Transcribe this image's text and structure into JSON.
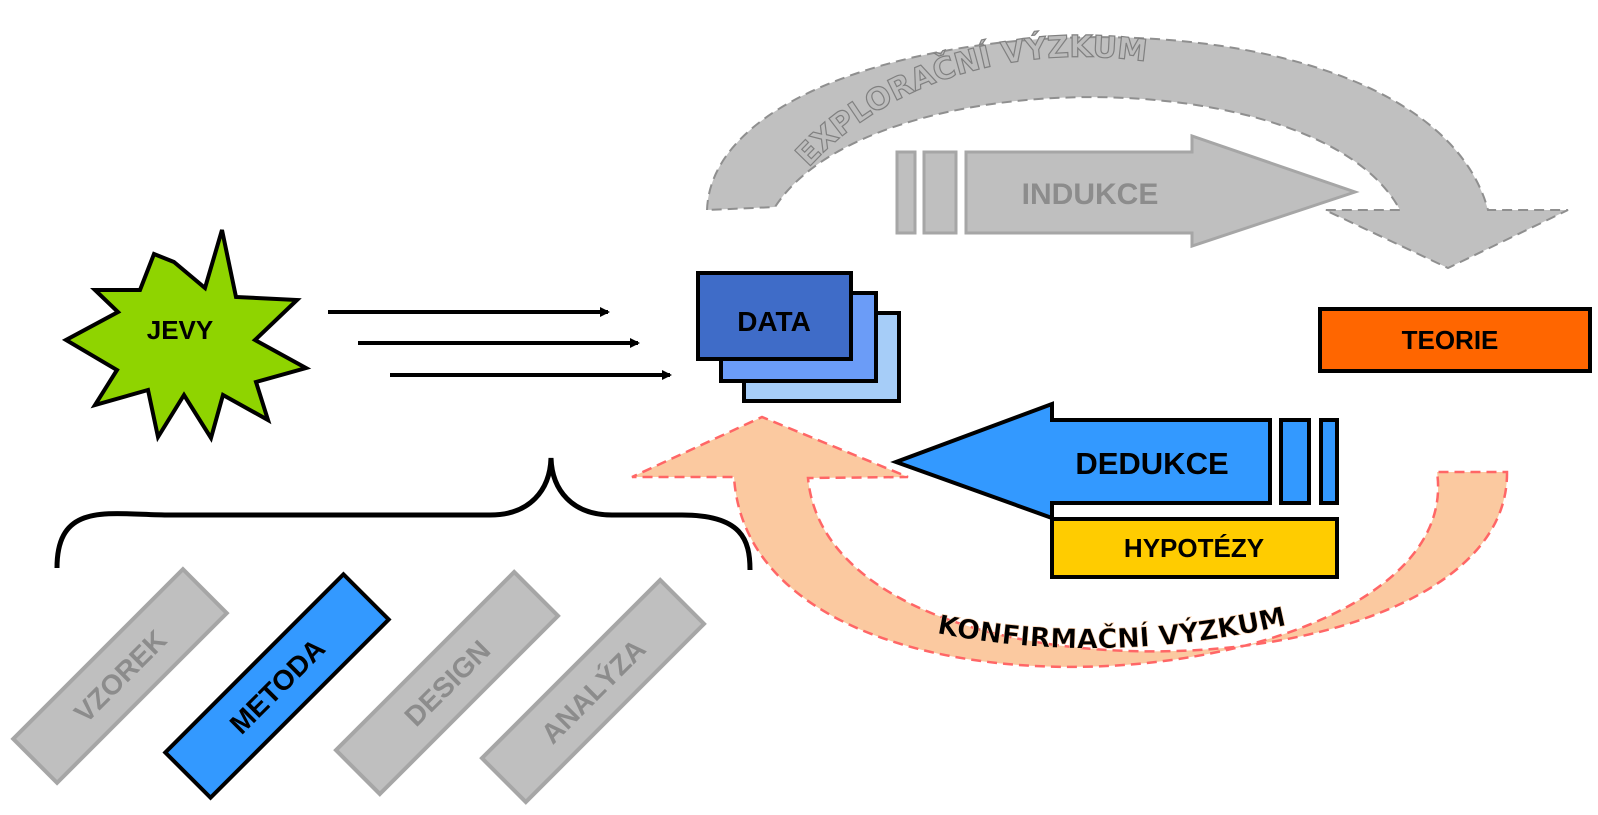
{
  "phenomena": {
    "label": "JEVY",
    "color": "#8fd400"
  },
  "data_node": {
    "label": "DATA",
    "colors": [
      "#3f6cc8",
      "#6b9cf7",
      "#a6cdf8"
    ]
  },
  "theory": {
    "label": "TEORIE",
    "color": "#ff6600"
  },
  "hypotheses": {
    "label": "HYPOTÉZY",
    "color": "#ffcc00"
  },
  "induction": {
    "label": "INDUKCE",
    "color": "#bfbfbf"
  },
  "deduction": {
    "label": "DEDUKCE",
    "color": "#3399ff"
  },
  "exploratory": {
    "label": "EXPLORAČNÍ VÝZKUM",
    "color": "#c0c0c0"
  },
  "confirmatory": {
    "label": "KONFIRMAČNÍ VÝZKUM",
    "color": "#fbc9a0"
  },
  "research_steps": [
    {
      "label": "VZOREK",
      "active": false
    },
    {
      "label": "METODA",
      "active": true
    },
    {
      "label": "DESIGN",
      "active": false
    },
    {
      "label": "ANALÝZA",
      "active": false
    }
  ]
}
